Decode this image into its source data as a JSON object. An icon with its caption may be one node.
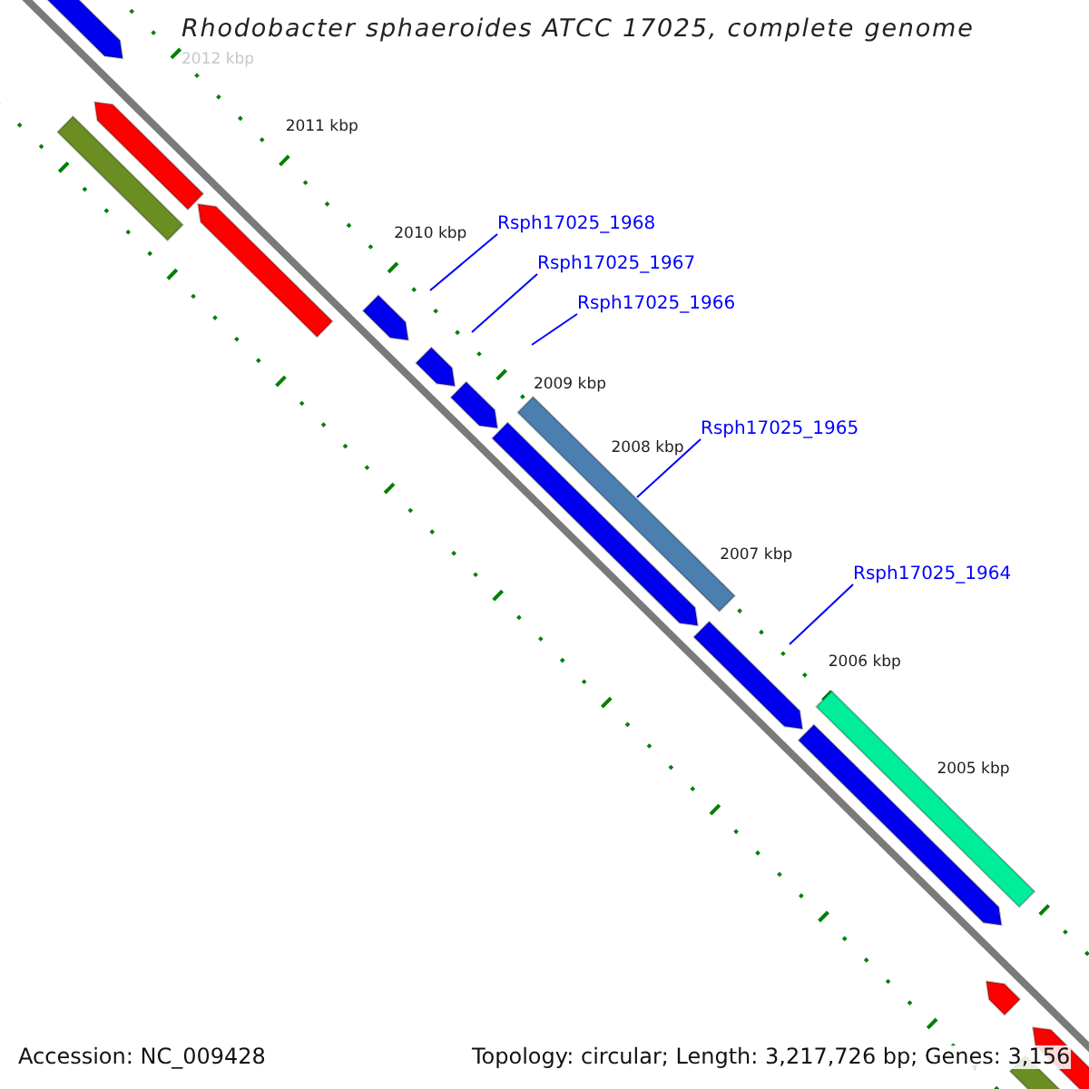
{
  "diagram": {
    "title": "Rhodobacter sphaeroides ATCC 17025, complete genome",
    "nodes": [
      {
        "text": [
          "Rsph17025_1968"
        ]
      },
      {
        "text": [
          "Rsph17025_1967"
        ]
      },
      {
        "text": [
          "Rsph17025_1966"
        ]
      },
      {
        "text": [
          "Rsph17025_1965"
        ]
      },
      {
        "text": [
          "Rsph17025_1964"
        ]
      }
    ],
    "edges": [
      {
        "from": 0,
        "to": null,
        "arrow": "none"
      },
      {
        "from": 1,
        "to": null,
        "arrow": "none"
      },
      {
        "from": 2,
        "to": null,
        "arrow": "none"
      },
      {
        "from": 3,
        "to": null,
        "arrow": "none"
      },
      {
        "from": 4,
        "to": null,
        "arrow": "none"
      }
    ],
    "labels": [
      "2012 kbp",
      "2011 kbp",
      "2010 kbp",
      "2009 kbp",
      "2008 kbp",
      "2007 kbp",
      "2006 kbp",
      "2005 kbp",
      "Accession: NC_009428",
      "Topology: circular; Length: 3,217,726 bp; Genes: 3,156"
    ]
  }
}
